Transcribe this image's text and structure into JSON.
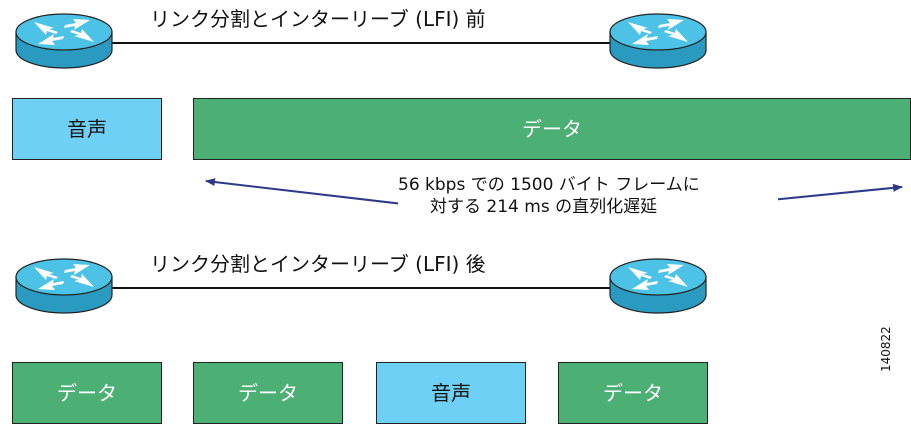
{
  "colors": {
    "voice_fill": "#6fd0f6",
    "data_fill": "#4caf74",
    "arrow": "#2d3a8c",
    "router_fill": "#2b9ac0",
    "router_top": "#4cc3e6"
  },
  "before": {
    "title": "リンク分割とインターリーブ (LFI) 前",
    "voice_label": "音声",
    "data_label": "データ"
  },
  "serialization": {
    "line1": "56 kbps での 1500 バイト フレームに",
    "line2": "対する 214 ms の直列化遅延"
  },
  "after": {
    "title": "リンク分割とインターリーブ (LFI) 後",
    "packets": [
      {
        "type": "data",
        "label": "データ"
      },
      {
        "type": "data",
        "label": "データ"
      },
      {
        "type": "voice",
        "label": "音声"
      },
      {
        "type": "data",
        "label": "データ"
      }
    ]
  },
  "figure_id": "140822",
  "icons": [
    "router-icon"
  ]
}
